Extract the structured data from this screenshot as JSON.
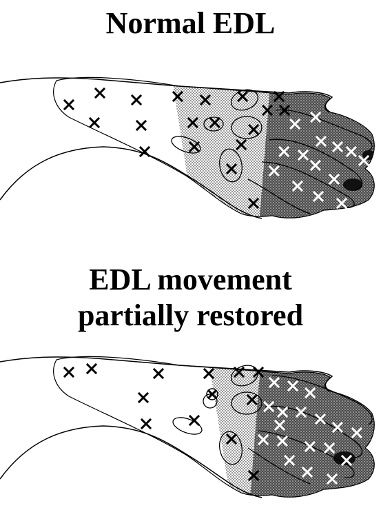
{
  "titles": {
    "top": "Normal EDL",
    "bottom_line1": "EDL movement",
    "bottom_line2": "partially restored"
  },
  "colors": {
    "ink": "#000000",
    "background": "#ffffff",
    "light_stipple": "#b9b9b9",
    "dark_stipple": "#4a4a4a",
    "black_region": "#111111"
  },
  "panels": [
    {
      "id": "normal-edl",
      "mark_glyph": "x-mark",
      "has_boxed_mark": false
    },
    {
      "id": "edl-partially-restored",
      "mark_glyph": "x-mark",
      "has_boxed_mark": true
    }
  ]
}
